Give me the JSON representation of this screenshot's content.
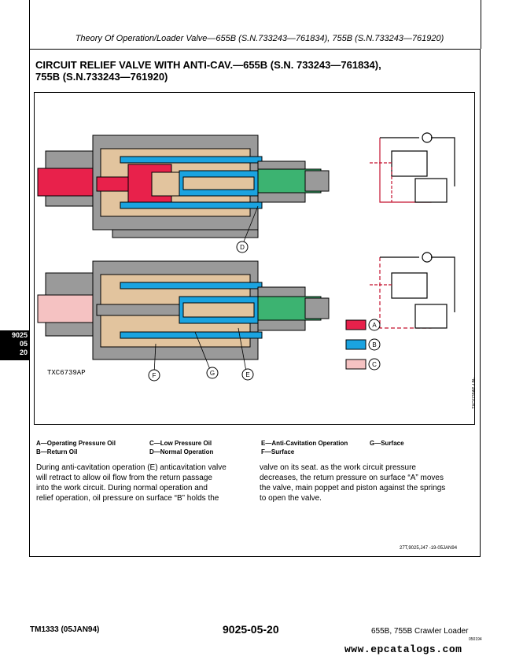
{
  "header": {
    "title": "Theory Of Operation/Loader Valve—655B (S.N.733243—761834), 755B (S.N.733243—761920)"
  },
  "section": {
    "title_line1": "CIRCUIT RELIEF VALVE WITH ANTI-CAV.—655B (S.N. 733243—761834),",
    "title_line2": "755B (S.N.733243—761920)"
  },
  "side_tab": {
    "line1": "9025",
    "line2": "05",
    "line3": "20"
  },
  "figure": {
    "id": "TXC6739AP",
    "side_code": "TXC6739AP -UN-",
    "callouts": {
      "d": "D",
      "e": "E",
      "f": "F",
      "g": "G",
      "a": "A",
      "b": "B",
      "c": "C"
    },
    "colors": {
      "operating": "#e8214b",
      "return": "#1aa3e0",
      "low": "#f5c2c2",
      "normal": "#3cb371",
      "tan": "#e2c49e",
      "gray": "#9a9a9a"
    }
  },
  "legend": {
    "a": "A—Operating Pressure Oil",
    "b": "B—Return Oil",
    "c": "C—Low Pressure Oil",
    "d": "D—Normal Operation",
    "e": "E—Anti-Cavitation Operation",
    "f": "F—Surface",
    "g": "G—Surface"
  },
  "body": {
    "left": [
      "During anti-cavitation operation (E) anticavitation valve",
      "will retract to allow oil flow from the return passage",
      "into the work circuit. During normal operation and",
      "relief operation, oil pressure on surface “B” holds the"
    ],
    "right": [
      "valve on its seat. as the work circuit pressure",
      "decreases, the return pressure on surface “A” moves",
      "the valve, main poppet and piston against the springs",
      "to open the valve."
    ]
  },
  "ref_code": "27T,9025,J47    -19-05JAN94",
  "footer": {
    "left": "TM1333 (05JAN94)",
    "center": "9025-05-20",
    "right": "655B, 755B Crawler Loader",
    "code": "050194",
    "url": "www.epcatalogs.com"
  }
}
